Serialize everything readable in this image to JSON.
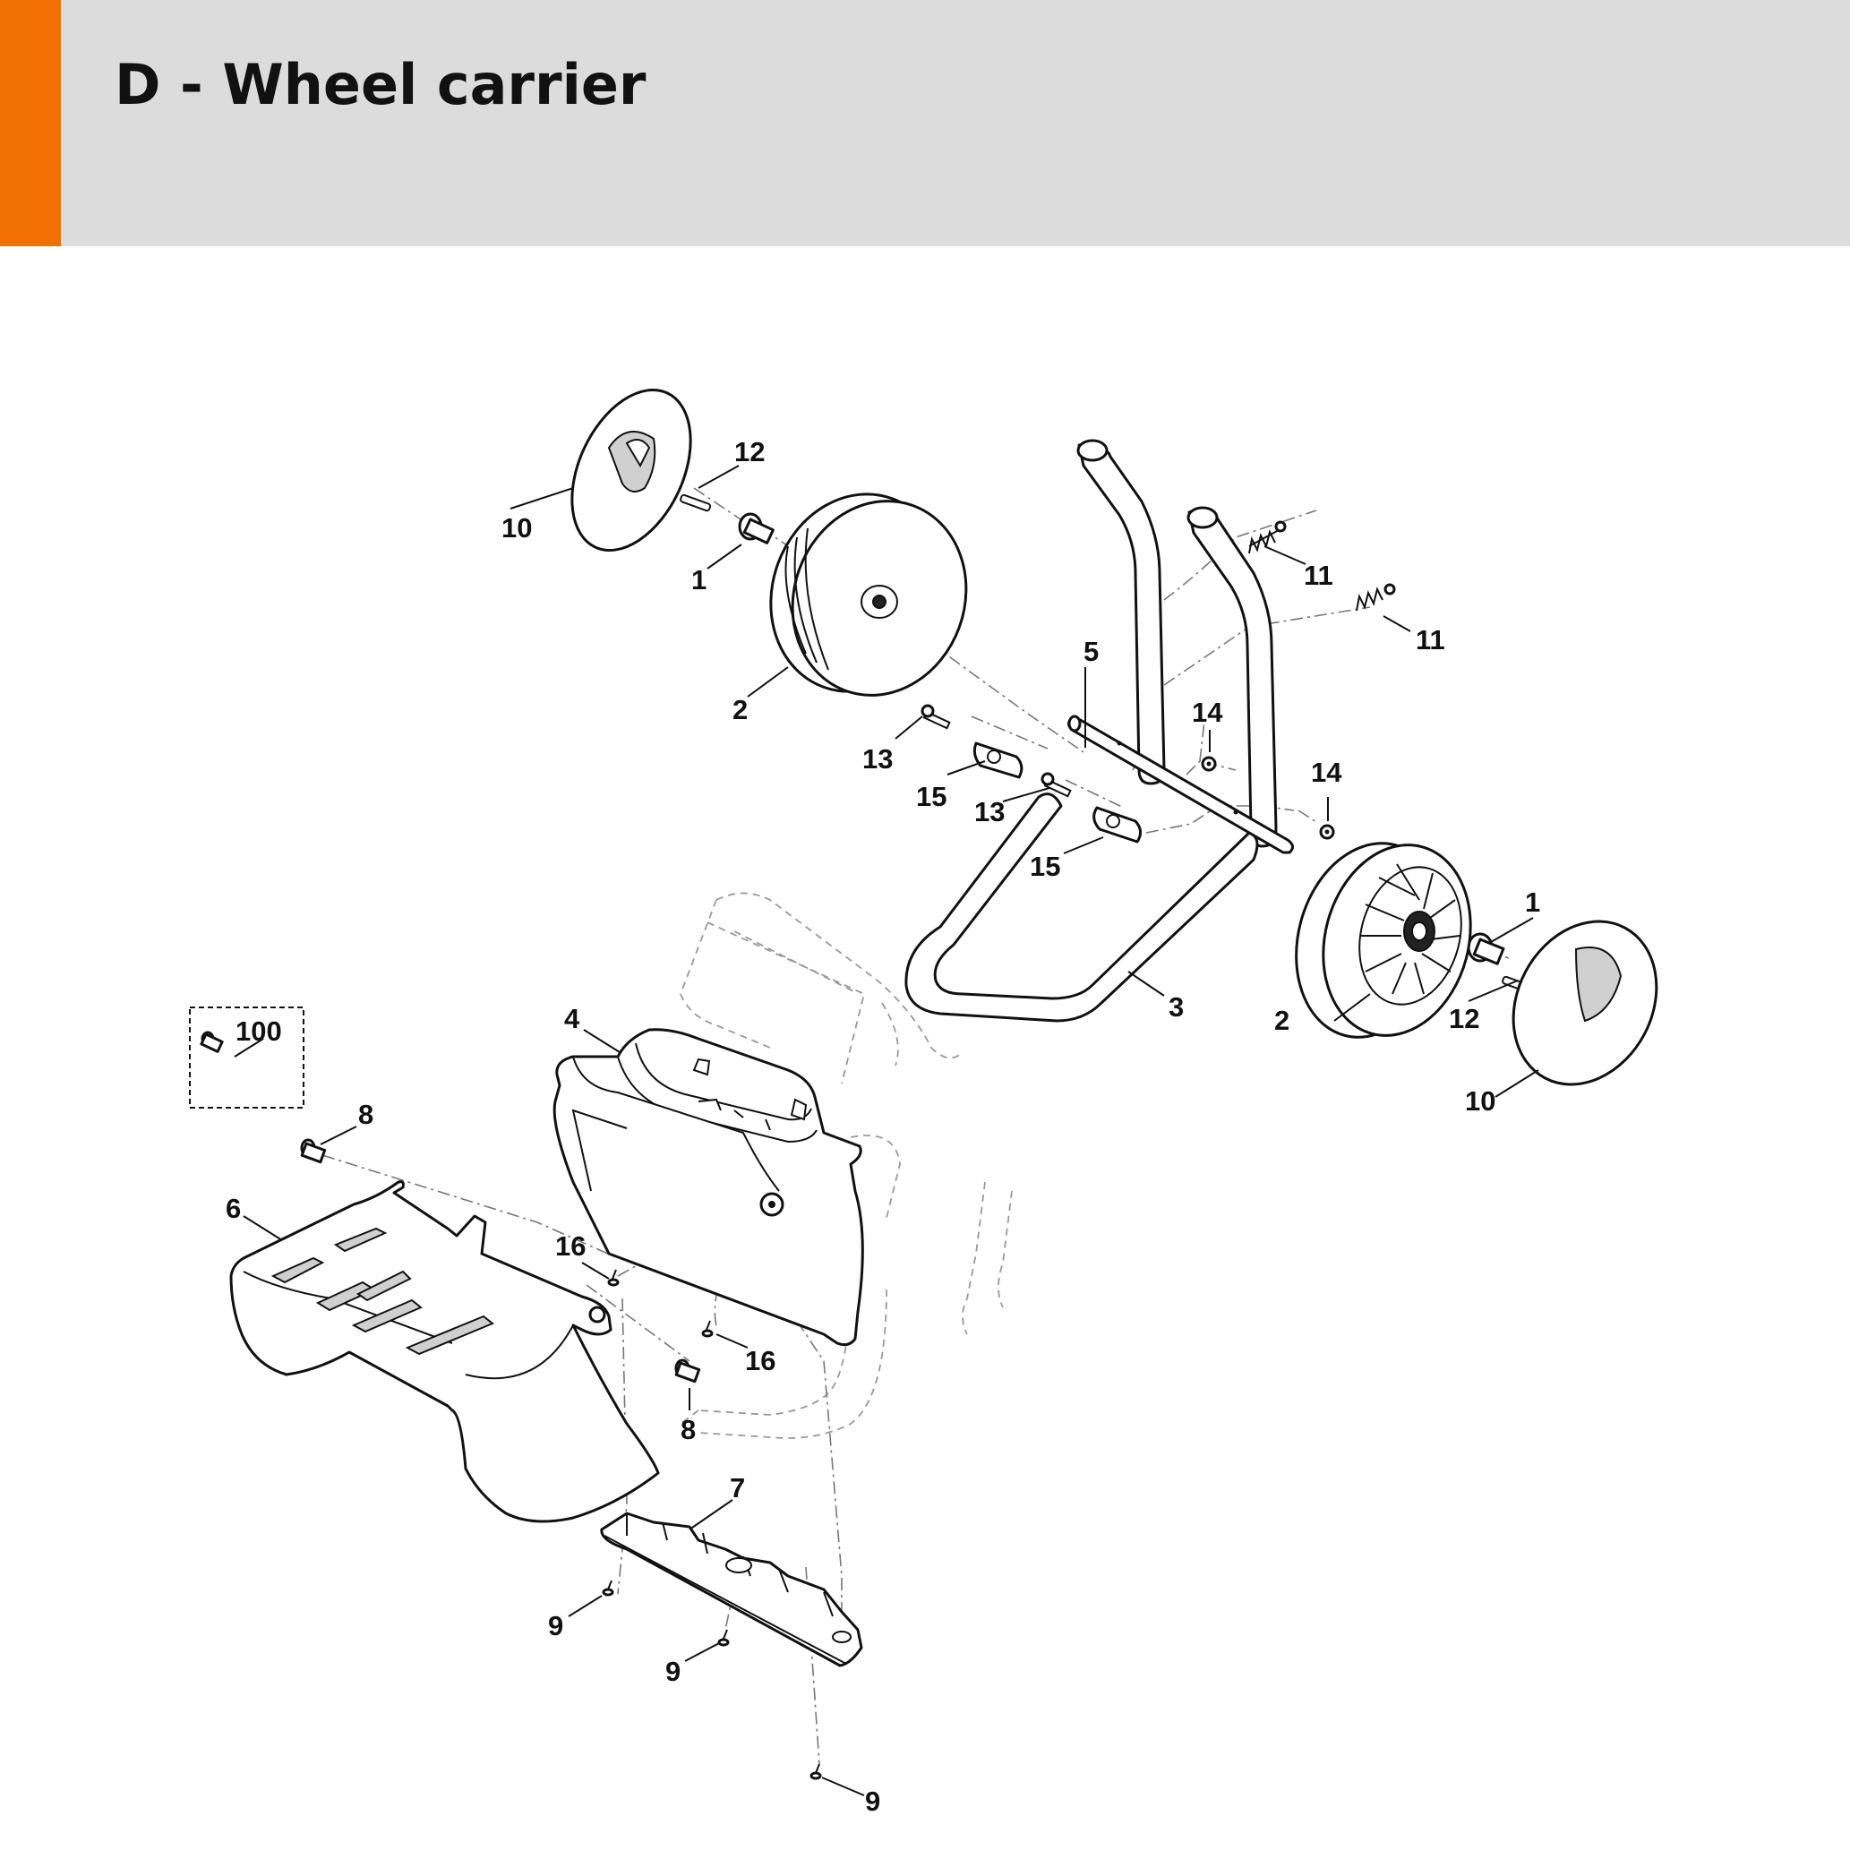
{
  "header": {
    "title": "D - Wheel carrier",
    "accent_color": "#f07000",
    "background_color": "#dcdcdc"
  },
  "callouts": {
    "c1_top": "1",
    "c1_right": "1",
    "c2_left": "2",
    "c2_right": "2",
    "c3": "3",
    "c4": "4",
    "c5": "5",
    "c6": "6",
    "c7": "7",
    "c8_top": "8",
    "c8_bottom": "8",
    "c9_a": "9",
    "c9_b": "9",
    "c9_c": "9",
    "c10_top": "10",
    "c10_right": "10",
    "c11_a": "11",
    "c11_b": "11",
    "c12_top": "12",
    "c12_right": "12",
    "c13_a": "13",
    "c13_b": "13",
    "c14_a": "14",
    "c14_b": "14",
    "c15_a": "15",
    "c15_b": "15",
    "c16_a": "16",
    "c16_b": "16",
    "c100": "100"
  }
}
